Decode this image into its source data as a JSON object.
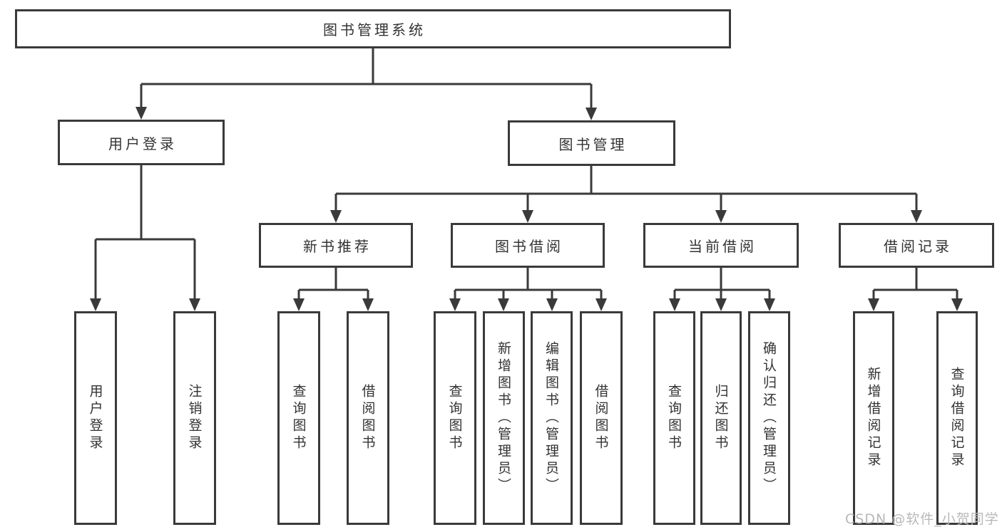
{
  "root": {
    "label": "图书管理系统"
  },
  "level2": {
    "left": {
      "label": "用户登录"
    },
    "right": {
      "label": "图书管理"
    }
  },
  "level3": {
    "items": [
      "新书推荐",
      "图书借阅",
      "当前借阅",
      "借阅记录"
    ]
  },
  "level4": {
    "user_login_children": [
      "用户登录",
      "注销登录"
    ],
    "new_books_children": [
      "查询图书",
      "借阅图书"
    ],
    "book_borrow_children": [
      "查询图书",
      "新增图书（管理员）",
      "编辑图书（管理员）",
      "借阅图书"
    ],
    "current_borrow_children": [
      "查询图书",
      "归还图书",
      "确认归还（管理员）"
    ],
    "borrow_records_children": [
      "新增借阅记录",
      "查询借阅记录"
    ]
  },
  "watermark": {
    "text": "CSDN @软件_小贺同学"
  },
  "colors": {
    "line": "#3a3a3a",
    "text": "#333333",
    "watermark": "#b8b8b8",
    "background": "#ffffff"
  }
}
